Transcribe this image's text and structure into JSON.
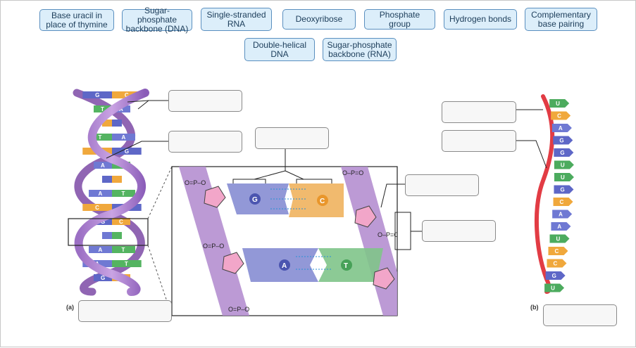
{
  "bank": {
    "chips": [
      {
        "line1": "Base uracil in",
        "line2": "place of thymine"
      },
      {
        "line1": "Sugar-phosphate",
        "line2": "backbone (DNA)"
      },
      {
        "line1": "Single-stranded",
        "line2": "RNA"
      },
      {
        "line1": "Deoxyribose",
        "line2": ""
      },
      {
        "line1": "Phosphate group",
        "line2": ""
      },
      {
        "line1": "Hydrogen bonds",
        "line2": ""
      },
      {
        "line1": "Complementary",
        "line2": "base pairing"
      },
      {
        "line1": "Double-helical",
        "line2": "DNA"
      },
      {
        "line1": "Sugar-phosphate",
        "line2": "backbone (RNA)"
      }
    ]
  },
  "figure": {
    "panel_a": "(a)",
    "panel_b": "(b)",
    "dna_pairs": [
      [
        "G",
        "C"
      ],
      [
        "T",
        "A"
      ],
      [
        "C",
        "G"
      ],
      [
        "T",
        "A"
      ],
      [
        "C",
        "G"
      ],
      [
        "A",
        "T"
      ],
      [
        "G",
        "C"
      ],
      [
        "A",
        "T"
      ],
      [
        "C",
        "G"
      ],
      [
        "G",
        "C"
      ],
      [
        "A",
        "T"
      ],
      [
        "A",
        "T"
      ],
      [
        "A",
        "T"
      ],
      [
        "G",
        "C"
      ]
    ],
    "rna_bases": [
      "U",
      "C",
      "A",
      "G",
      "G",
      "U",
      "U",
      "G",
      "C",
      "A",
      "A",
      "U",
      "C",
      "C",
      "G",
      "U"
    ],
    "detail_bases": {
      "g": "G",
      "c": "C",
      "a": "A",
      "t": "T"
    },
    "colors": {
      "backbone": "#b58fd0",
      "guanine": "#7f86d0",
      "cytosine": "#f0b35e",
      "adenine": "#7f86d0",
      "thymine": "#7fc48a",
      "uracil": "#5bb46a",
      "rna_backbone": "#e23c44"
    }
  }
}
